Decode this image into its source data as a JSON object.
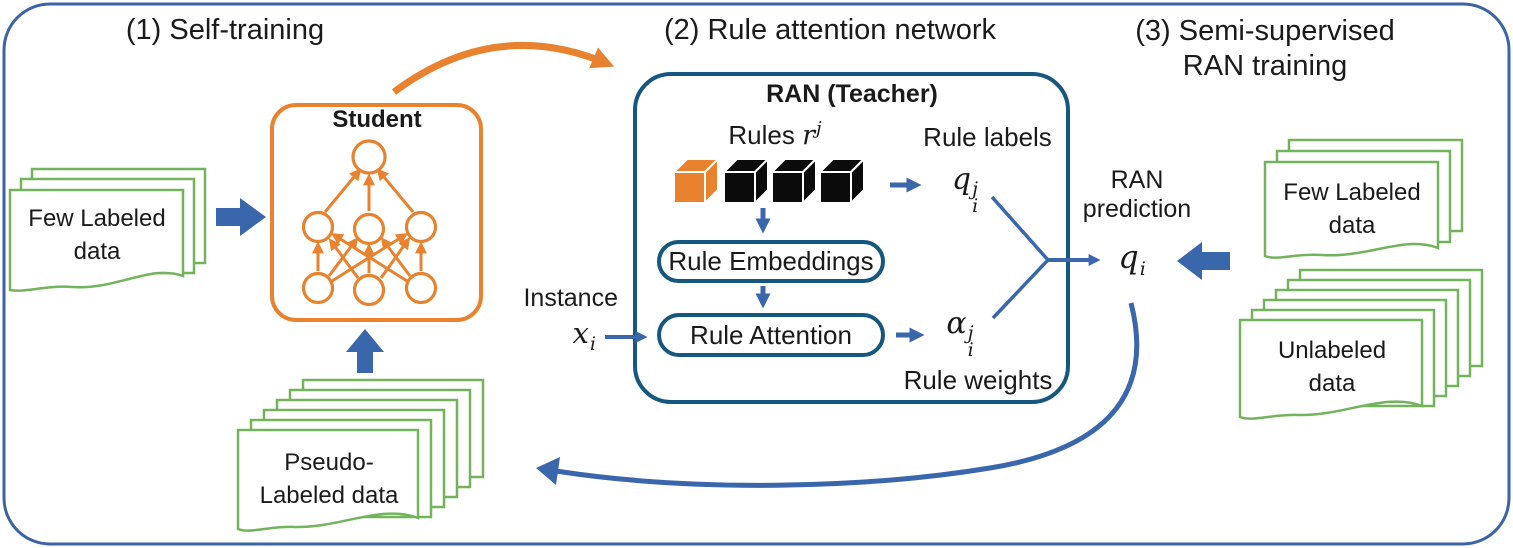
{
  "titles": {
    "s1": "(1) Self-training",
    "s2": "(2) Rule attention network",
    "s3_line1": "(3) Semi-supervised",
    "s3_line2": "RAN training"
  },
  "stacks": {
    "few_labeled_left": {
      "line1": "Few Labeled",
      "line2": "data",
      "pages": 3
    },
    "pseudo_labeled": {
      "line1": "Pseudo-",
      "line2": "Labeled data",
      "pages": 6
    },
    "few_labeled_right": {
      "line1": "Few Labeled",
      "line2": "data",
      "pages": 3
    },
    "unlabeled": {
      "line1": "Unlabeled",
      "line2": "data",
      "pages": 6
    }
  },
  "student": {
    "title": "Student"
  },
  "ran": {
    "title": "RAN (Teacher)",
    "rules_word": "Rules",
    "rules_math": {
      "base": "r",
      "sup": "j"
    },
    "rule_labels_caption": "Rule labels",
    "q_ij": {
      "base": "q",
      "sup": "j",
      "sub": "i"
    },
    "embeddings_label": "Rule Embeddings",
    "attention_label": "Rule Attention",
    "alpha_ij": {
      "base": "α",
      "sup": "j",
      "sub": "i"
    },
    "rule_weights_caption": "Rule weights",
    "cubes": [
      "orange-cube",
      "black-cube",
      "black-cube",
      "black-cube"
    ]
  },
  "instance": {
    "caption": "Instance",
    "math": {
      "base": "x",
      "sub": "i"
    }
  },
  "prediction": {
    "caption_line1": "RAN",
    "caption_line2": "prediction",
    "math": {
      "base": "q",
      "sub": "i"
    }
  },
  "colors": {
    "outer_border": "#3b63a5",
    "blue_arrow": "#3a66ac",
    "dark_blue_box": "#15577d",
    "orange": "#e8822e",
    "green_doc": "#72b35c",
    "text": "#1a1a1a"
  }
}
